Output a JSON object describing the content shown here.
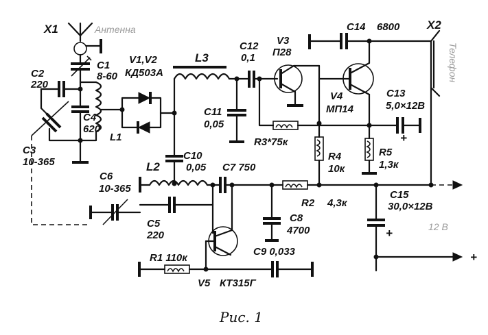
{
  "labels": {
    "x1": "X1",
    "antenna": "Антенна",
    "c1": "C1",
    "c1_value": "8-60",
    "c2": "C2",
    "c2_value": "220",
    "c3": "C3",
    "c3_value": "10-365",
    "c4": "C4",
    "c4_value": "620",
    "l1": "L1",
    "diodes": "V1,V2",
    "diodes_type": "КД503А",
    "l3": "L3",
    "c12": "C12",
    "c12_value": "0,1",
    "c11": "C11",
    "c11_value": "0,05",
    "v3": "V3",
    "v3_type": "П28",
    "c14": "C14",
    "c14_value": "6800",
    "x2": "X2",
    "phones": "Телефон",
    "v4": "V4",
    "v4_type": "МП14",
    "c13": "C13",
    "c13_value": "5,0×12В",
    "r3": "R3*75к",
    "r4": "R4",
    "r4_value": "10к",
    "r5": "R5",
    "r5_value": "1,3к",
    "c6": "C6",
    "c6_value": "10-365",
    "l2": "L2",
    "c10": "C10",
    "c10_value": "0,05",
    "c7": "C7 750",
    "r2": "R2",
    "r2_value": "4,3к",
    "c15": "C15",
    "c15_value": "30,0×12В",
    "supply": "12 В",
    "c5": "C5",
    "c5_value": "220",
    "c8": "C8",
    "c8_value": "4700",
    "c9": "C9 0,033",
    "r1": "R1 110к",
    "v5": "V5",
    "v5_type": "КТ315Г",
    "plus_c13": "+",
    "plus_c15": "+",
    "plus_out": "+",
    "figure_caption": "Рис. 1"
  }
}
